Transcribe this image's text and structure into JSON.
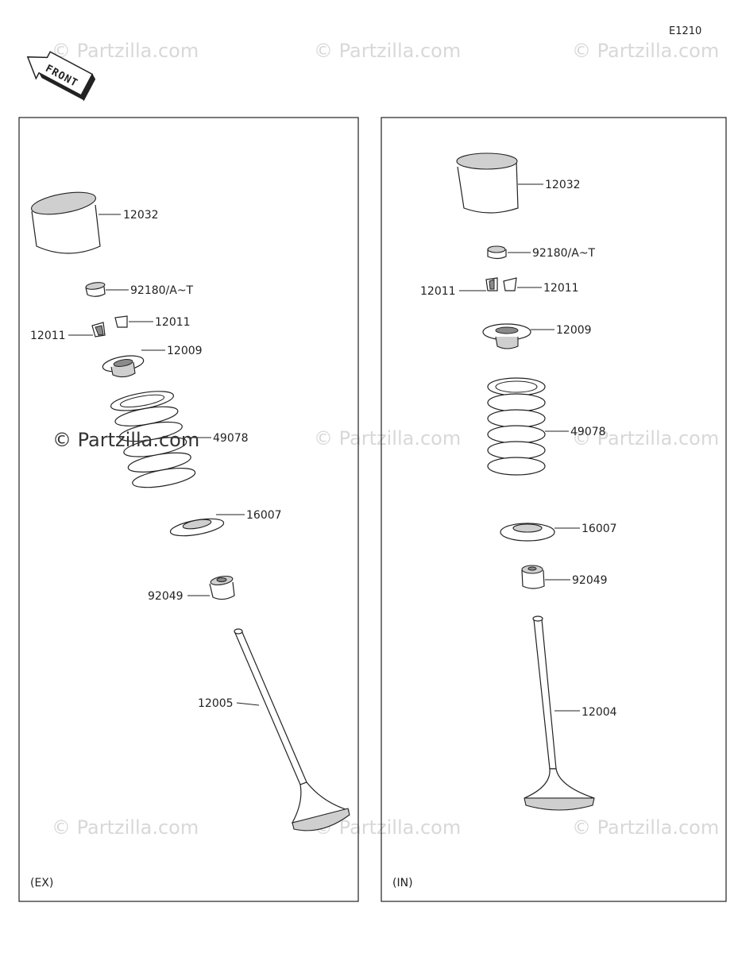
{
  "diagram_code": "E1210",
  "front_label": "FRONT",
  "watermark_text": "© Partzilla.com",
  "panels": {
    "exhaust": {
      "caption": "(EX)",
      "parts": {
        "lifter": "12032",
        "shim": "92180/A~T",
        "keeper_left": "12011",
        "keeper_right": "12011",
        "retainer": "12009",
        "spring": "49078",
        "spring_seat": "16007",
        "stem_seal": "92049",
        "valve": "12005"
      }
    },
    "intake": {
      "caption": "(IN)",
      "parts": {
        "lifter": "12032",
        "shim": "92180/A~T",
        "keeper_left": "12011",
        "keeper_right": "12011",
        "retainer": "12009",
        "spring": "49078",
        "spring_seat": "16007",
        "stem_seal": "92049",
        "valve": "12004"
      }
    }
  }
}
